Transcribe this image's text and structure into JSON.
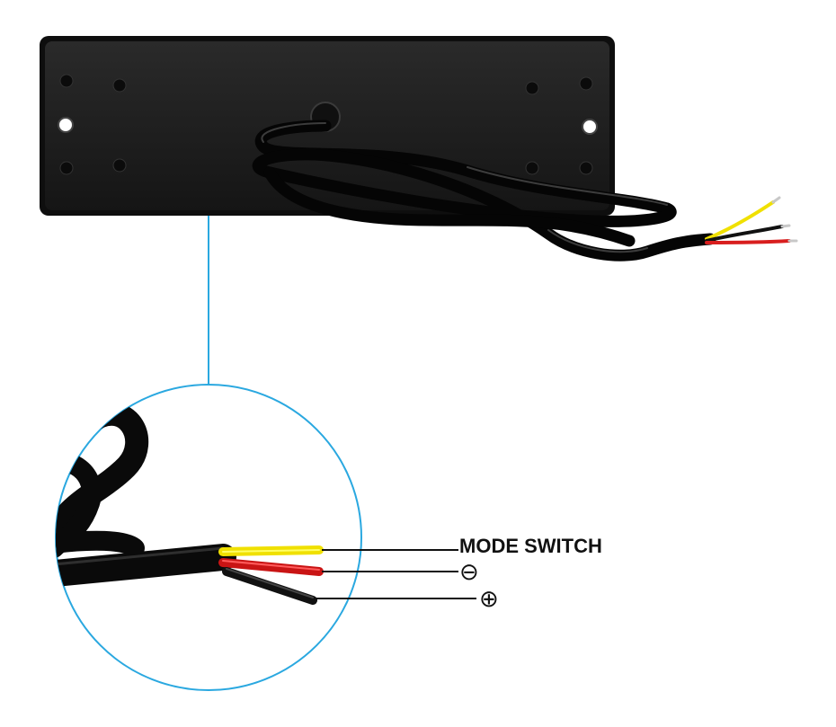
{
  "image": {
    "subject": "led-light-panel-back-with-wiring",
    "background_color": "#ffffff",
    "panel_color": "#1b1b1b",
    "callout_line_color": "#2aa8e0"
  },
  "wires": [
    {
      "key": "mode_switch",
      "color_name": "yellow",
      "color": "#f0e000",
      "label": "MODE SWITCH"
    },
    {
      "key": "negative",
      "color_name": "red",
      "color": "#d81e1e",
      "label": "⊖"
    },
    {
      "key": "positive",
      "color_name": "black",
      "color": "#111111",
      "label": "⊕"
    }
  ]
}
